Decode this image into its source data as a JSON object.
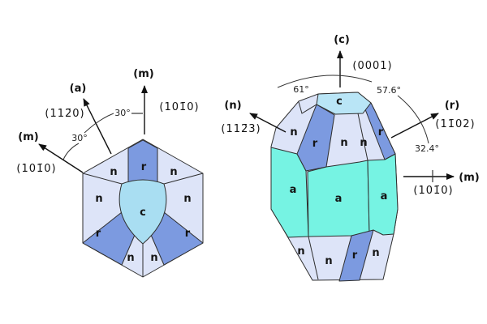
{
  "colors": {
    "n_face": "#dde4f8",
    "r_face": "#7c9ae0",
    "c_face_left": "#a9def2",
    "c_face_right": "#b9e5f6",
    "a_face": "#76f3e3",
    "outline": "#2e2e2e",
    "arrow": "#111111"
  },
  "left_diagram": {
    "axes": {
      "m_top": {
        "label": "(m)",
        "miller": "(101̄0)"
      },
      "a": {
        "label": "(a)",
        "miller": "(112̄0)"
      },
      "m_left": {
        "label": "(m)",
        "miller": "(101̄0)"
      }
    },
    "angles": {
      "a_to_m_top": "30°",
      "m_left_to_a": "30°"
    },
    "faces": {
      "c": "c",
      "r_top": "r",
      "r_lower_left": "r",
      "r_lower_right": "r",
      "n_upper_left": "n",
      "n_upper_right": "n",
      "n_mid_left": "n",
      "n_mid_right": "n",
      "n_bottom_left": "n",
      "n_bottom_right": "n"
    }
  },
  "right_diagram": {
    "axes": {
      "c": {
        "label": "(c)",
        "miller": "(0001)"
      },
      "n": {
        "label": "(n)",
        "miller": "(112̄3)"
      },
      "r": {
        "label": "(r)",
        "miller": "(11̄02)"
      },
      "m": {
        "label": "(m)",
        "miller": "(101̄0)"
      }
    },
    "angles": {
      "n_to_c": "61°",
      "c_to_r": "57.6°",
      "r_to_m": "32.4°"
    },
    "faces": {
      "c_top": "c",
      "r_upper_left": "r",
      "r_upper_right": "r",
      "r_bottom": "r",
      "n_upper_left": "n",
      "n_upper_center": "n",
      "n_upper_right": "n",
      "a_left": "a",
      "a_center": "a",
      "a_right": "a",
      "n_lower_left": "n",
      "n_lower_center": "n",
      "n_lower_right": "n"
    }
  }
}
